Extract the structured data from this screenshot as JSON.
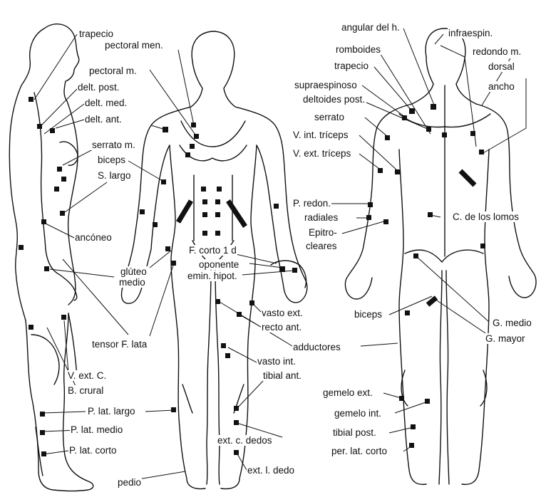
{
  "labels": {
    "trapecio_l": "trapecio",
    "pectoral_men": "pectoral men.",
    "pectoral_m": "pectoral m.",
    "delt_post_l": "delt. post.",
    "delt_med": "delt. med.",
    "delt_ant": "delt. ant.",
    "serrato_m": "serrato m.",
    "biceps_l": "biceps",
    "s_largo": "S. largo",
    "anconeo": "ancóneo",
    "gluteo_medio_1": "glúteo",
    "gluteo_medio_2": "medio",
    "tensor_f_lata": "tensor F. lata",
    "v_ext_c": "V. ext. C.",
    "b_crural": "B. crural",
    "p_lat_largo": "P. lat. largo",
    "p_lat_medio": "P. lat. medio",
    "p_lat_corto": "P. lat. corto",
    "pedio": "pedio",
    "f_corto_1d": "F. corto 1 d",
    "oponente": "oponente",
    "emin_hipot": "emin. hipot.",
    "vasto_ext": "vasto ext.",
    "recto_ant": "recto ant.",
    "adductores": "adductores",
    "vasto_int": "vasto int.",
    "tibial_ant": "tibial ant.",
    "ext_c_dedos": "ext. c. dedos",
    "ext_l_dedo": "ext. l. dedo",
    "angular": "angular del h.",
    "infraespin": "infraespin.",
    "romboides": "romboides",
    "trapecio_r": "trapecio",
    "redondo_m": "redondo m.",
    "dorsal": "dorsal",
    "ancho": "ancho",
    "supraespinoso": "supraespinoso",
    "deltoides_post": "deltoides post.",
    "serrato_r": "serrato",
    "v_int_triceps": "V. int. tríceps",
    "v_ext_triceps": "V. ext. tríceps",
    "p_redon": "P. redon.",
    "radiales": "radiales",
    "epitro": "Epitro-",
    "cleares": "cleares",
    "c_lomos": "C. de los lomos",
    "biceps_r": "biceps",
    "g_medio": "G. medio",
    "g_mayor": "G. mayor",
    "gemelo_ext": "gemelo ext.",
    "gemelo_int": "gemelo int.",
    "tibial_post": "tibial post.",
    "per_lat_corto": "per. lat. corto"
  }
}
